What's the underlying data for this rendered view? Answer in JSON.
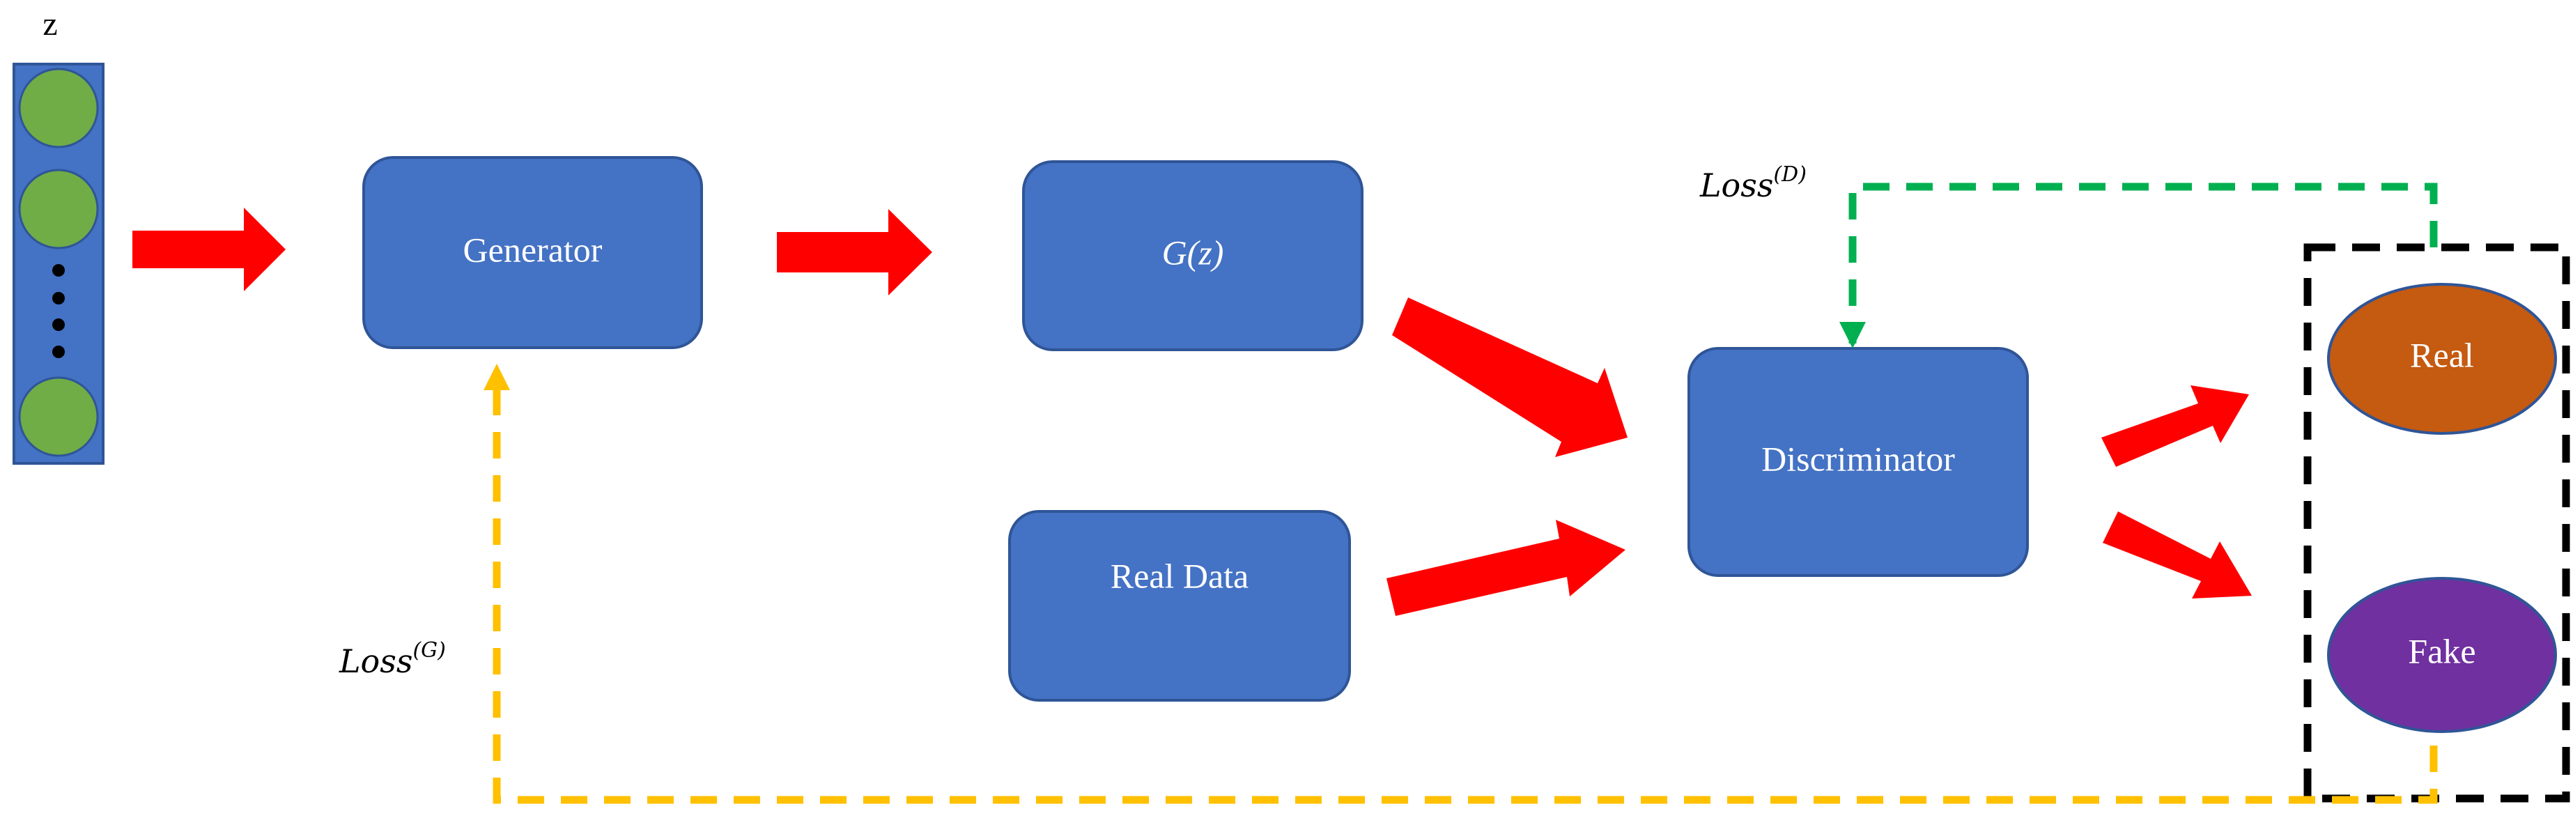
{
  "latent": {
    "label": "z"
  },
  "nodes": {
    "generator": "Generator",
    "gz": "G(z)",
    "real_data": "Real Data",
    "discriminator": "Discriminator",
    "real": "Real",
    "fake": "Fake"
  },
  "losses": {
    "discriminator": {
      "base": "Loss",
      "sup": "(D)"
    },
    "generator": {
      "base": "Loss",
      "sup": "(G)"
    }
  },
  "colors": {
    "box_fill": "#4472C4",
    "box_stroke": "#2F5597",
    "arrow": "#FF0000",
    "node_green": "#70AD47",
    "real_fill": "#C55A11",
    "fake_fill": "#7030A0",
    "loss_d_line": "#00B050",
    "loss_g_line": "#FFC000",
    "output_border": "#000000"
  }
}
